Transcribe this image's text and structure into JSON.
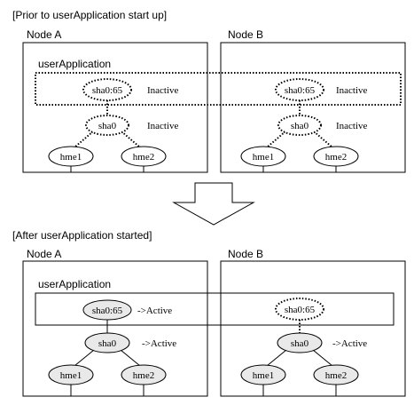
{
  "top": {
    "heading": "[Prior to userApplication start up]",
    "node_a": {
      "title": "Node A",
      "app_label": "userApplication",
      "resource": "sha0:65",
      "resource_state": "Inactive",
      "parent": "sha0",
      "parent_state": "Inactive",
      "child_left": "hme1",
      "child_right": "hme2"
    },
    "node_b": {
      "title": "Node B",
      "resource": "sha0:65",
      "resource_state": "Inactive",
      "parent": "sha0",
      "parent_state": "Inactive",
      "child_left": "hme1",
      "child_right": "hme2"
    }
  },
  "bottom": {
    "heading": "[After userApplication started]",
    "node_a": {
      "title": "Node A",
      "app_label": "userApplication",
      "resource": "sha0:65",
      "resource_state": "->Active",
      "parent": "sha0",
      "parent_state": "->Active",
      "child_left": "hme1",
      "child_right": "hme2"
    },
    "node_b": {
      "title": "Node B",
      "resource": "sha0:65",
      "parent": "sha0",
      "parent_state": "->Active",
      "child_left": "hme1",
      "child_right": "hme2"
    }
  },
  "colors": {
    "active_fill": "#e9e9e9",
    "line": "#000000",
    "background": "#ffffff"
  },
  "arrow_icon": "down-arrow-icon"
}
